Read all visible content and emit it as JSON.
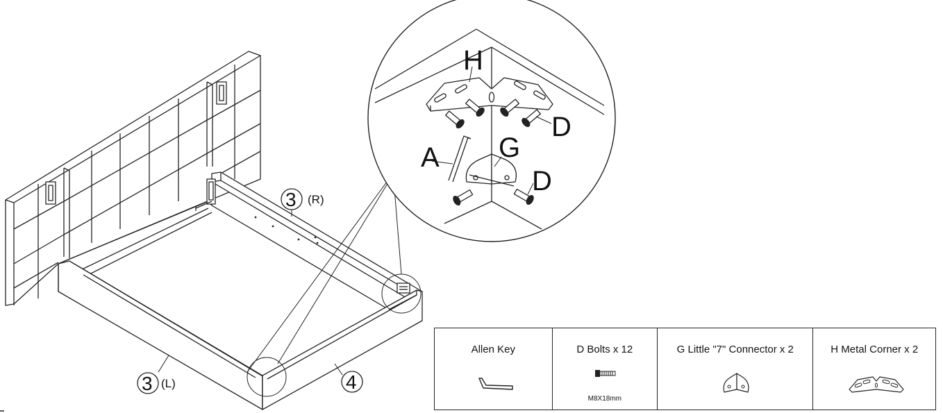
{
  "callouts": {
    "metal_corner": "H",
    "bolt_top": "D",
    "allen_key": "A",
    "connector": "G",
    "bolt_bottom": "D"
  },
  "panels": {
    "side_right_number": "3",
    "side_right_tag": "(R)",
    "side_left_number": "3",
    "side_left_tag": "(L)",
    "footboard_number": "4"
  },
  "parts_table": {
    "allen_key": {
      "label": "Allen Key"
    },
    "bolts": {
      "label": "D  Bolts  x 12",
      "size": "M8X18mm"
    },
    "connector": {
      "label": "G  Little \"7\" Connector x 2"
    },
    "metal_corner": {
      "label": "H  Metal Corner x 2"
    }
  },
  "icons": {
    "allen_key": "l-shaped-hex-key",
    "bolt": "hex-socket-bolt",
    "connector": "angle-bracket",
    "metal_corner": "corner-plate"
  }
}
